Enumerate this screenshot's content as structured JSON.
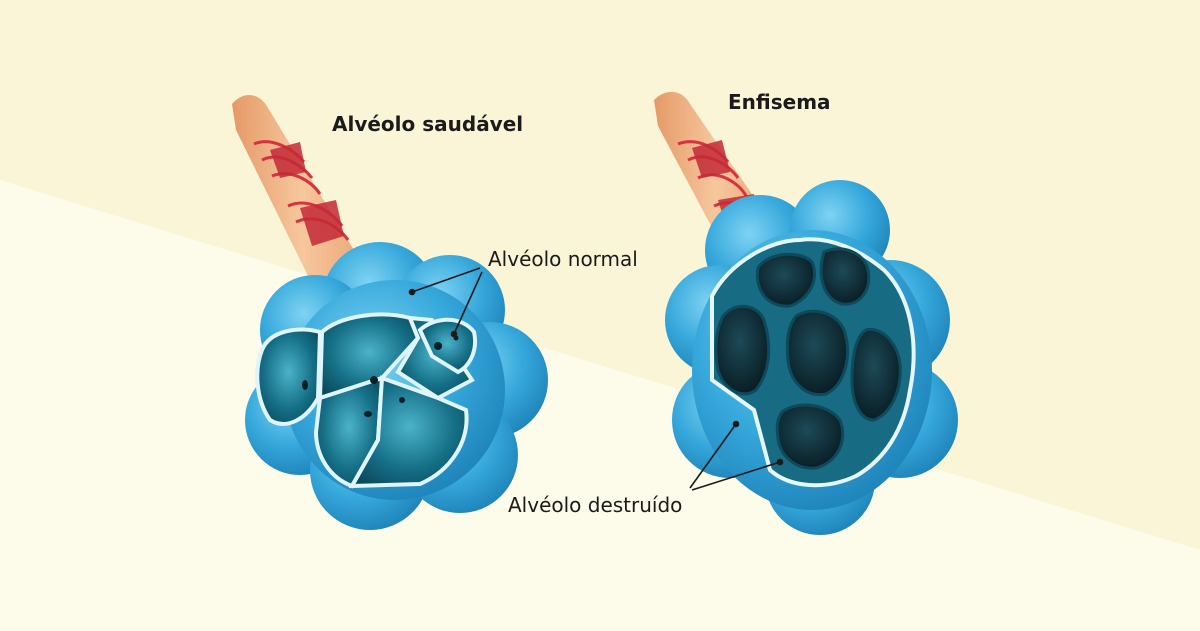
{
  "labels": {
    "healthy_title": "Alvéolo saudável",
    "emphysema_title": "Enfisema",
    "normal_alveolus": "Alvéolo normal",
    "destroyed_alveolus": "Alvéolo destruído"
  },
  "colors": {
    "background_light": "#fdfbe6",
    "background_dark": "#fbf6d6",
    "tube": "#f2b889",
    "vessel": "#d8323f",
    "alveolus_blue": "#3fb2e2",
    "alveolus_dark": "#0f5a6e",
    "cavity": "#0b2a33"
  }
}
